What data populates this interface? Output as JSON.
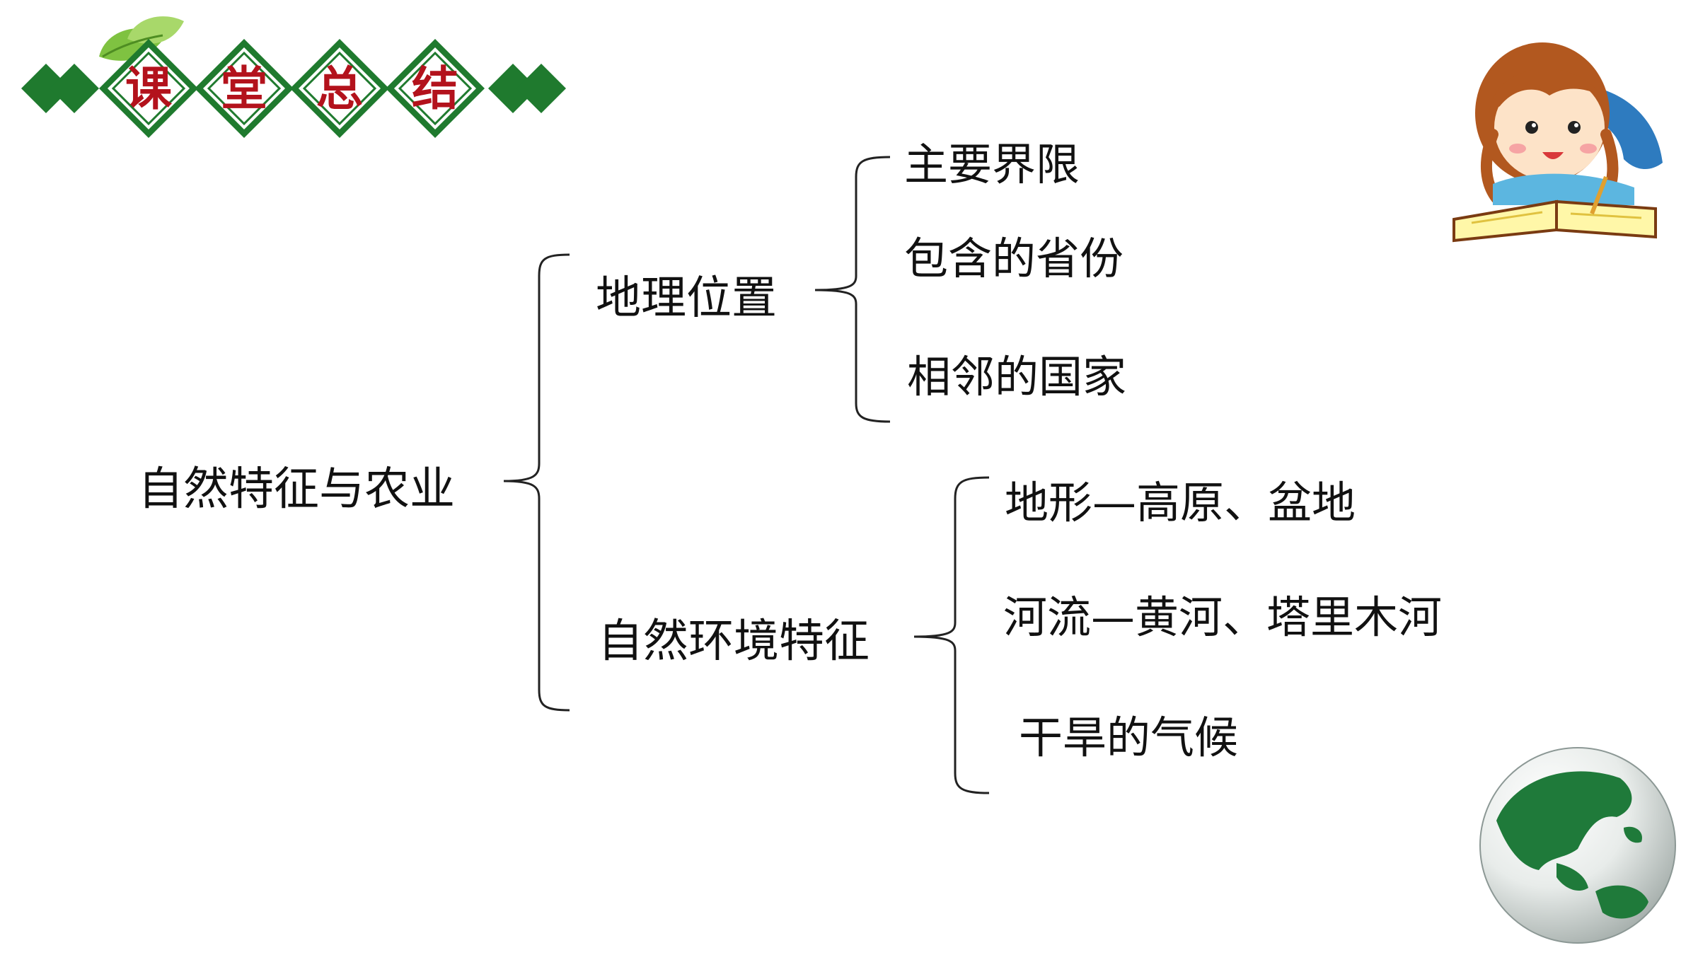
{
  "header": {
    "banner_chars": [
      "课",
      "堂",
      "总",
      "结"
    ]
  },
  "colors": {
    "banner_green": "#1f7a2e",
    "banner_red": "#b3121c",
    "text": "#111111",
    "bracket": "#222222"
  },
  "icons": {
    "girl": "girl-reading-icon",
    "globe": "globe-icon",
    "leaf": "leaf-icon"
  },
  "tree": {
    "root": "自然特征与农业",
    "branches": [
      {
        "label": "地理位置",
        "children": [
          "主要界限",
          "包含的省份",
          "相邻的国家"
        ]
      },
      {
        "label": "自然环境特征",
        "children": [
          "地形—高原、盆地",
          "河流—黄河、塔里木河",
          "干旱的气候"
        ]
      }
    ]
  }
}
